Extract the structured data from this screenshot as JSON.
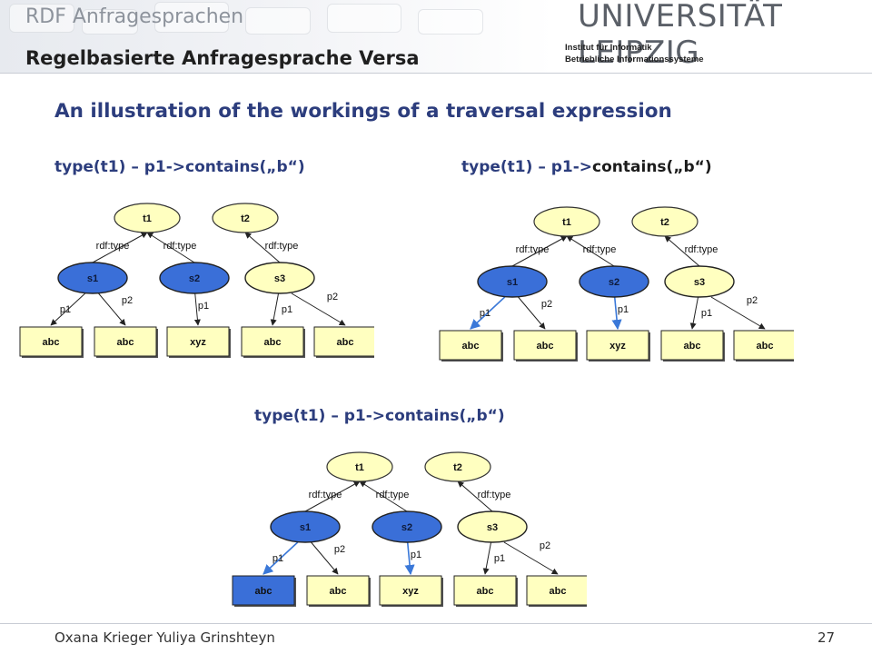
{
  "header": {
    "title": "RDF Anfragesprachen",
    "subtitle": "Regelbasierte Anfragesprache Versa",
    "logo": "UNIVERSITÄT LEIPZIG",
    "institute_line1": "Institut für Informatik",
    "institute_line2": "Betriebliche Informationssysteme"
  },
  "main": {
    "heading": "An illustration of the workings of a traversal expression",
    "expressions": [
      {
        "prefix": "type(t1) – p1->contains(„b“)",
        "suffix": ""
      },
      {
        "prefix": "type(t1) – p1->",
        "suffix": "contains(„b“)"
      },
      {
        "prefix": "type(t1) – p1->contains(„b“)",
        "suffix": ""
      }
    ]
  },
  "diagram": {
    "nodes": {
      "t1": "t1",
      "t2": "t2",
      "s1": "s1",
      "s2": "s2",
      "s3": "s3"
    },
    "edge_labels": {
      "rdf_type": "rdf:type",
      "p1": "p1",
      "p2": "p2"
    },
    "leaves": [
      "abc",
      "abc",
      "xyz",
      "abc",
      "abc"
    ],
    "colors": {
      "yellow_node": "#ffffc0",
      "blue_node": "#3a6fd8",
      "highlight_edge": "#3a78d8",
      "edge": "#222222"
    }
  },
  "footer": {
    "authors": "Oxana Krieger  Yuliya Grinshteyn",
    "page": "27"
  }
}
